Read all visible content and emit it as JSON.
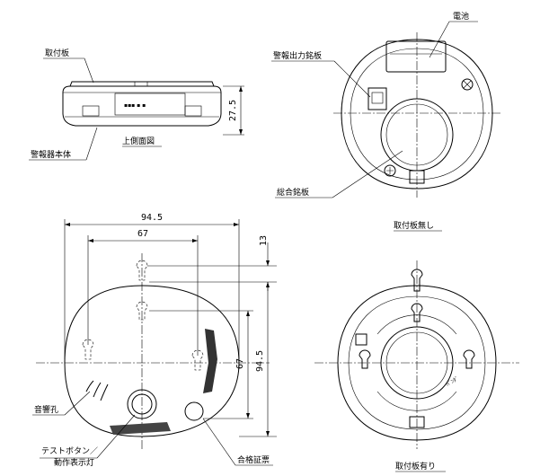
{
  "top_view": {
    "plate_label": "取付板",
    "body_label": "警報器本体",
    "caption": "上側面図",
    "height_dim": "27.5"
  },
  "no_plate_view": {
    "battery_label": "電池",
    "output_plate_label": "警報出力銘板",
    "general_plate_label": "総合銘板",
    "caption": "取付板無し"
  },
  "front_view": {
    "width_total": "94.5",
    "width_inner": "67",
    "top_offset": "13",
    "height_inner": "67",
    "height_total": "94.5",
    "sound_hole_label": "音響孔",
    "test_button_label_1": "テストボタン／",
    "test_button_label_2": "動作表示灯",
    "cert_label": "合格証票"
  },
  "with_plate_view": {
    "caption": "取付板有り"
  }
}
